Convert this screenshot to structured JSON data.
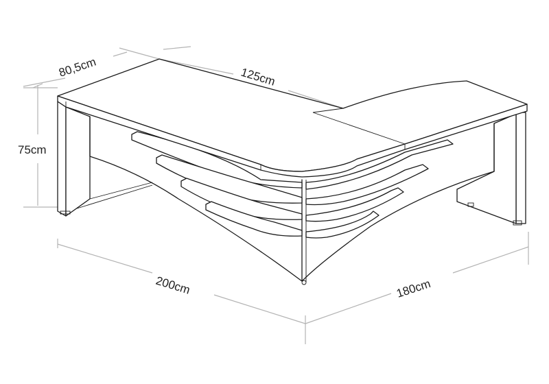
{
  "dimensions": {
    "depth": "80,5cm",
    "return_length": "125cm",
    "height": "75cm",
    "width": "200cm",
    "side_length": "180cm"
  },
  "colors": {
    "line": "#1a1a1a",
    "dimension_line": "#b3b3b3",
    "text": "#222222",
    "background": "#ffffff"
  }
}
